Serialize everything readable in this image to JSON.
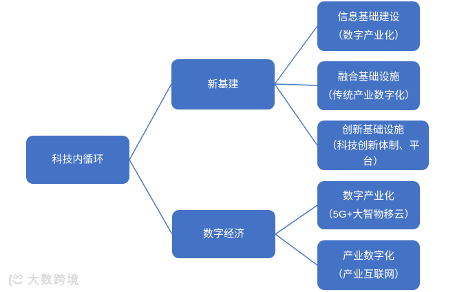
{
  "colors": {
    "background": "#FFFFFF",
    "box_fill": "#4472C4",
    "box_text": "#FFFFFF",
    "connector": "#4472C4",
    "watermark": "#DBDBDB"
  },
  "watermark": {
    "text": "大数跨境"
  },
  "tree": {
    "root": {
      "label": "科技内循环"
    },
    "branches": [
      {
        "label": "新基建",
        "children": [
          {
            "title": "信息基础建设",
            "subtitle": "（数字产业化）"
          },
          {
            "title": "融合基础设施",
            "subtitle": "（传统产业数字化）"
          },
          {
            "title": "创新基础设施",
            "subtitle": "（科技创新体制、平台）"
          }
        ]
      },
      {
        "label": "数字经济",
        "children": [
          {
            "title": "数字产业化",
            "subtitle": "（5G+大智物移云）"
          },
          {
            "title": "产业数字化",
            "subtitle": "（产业互联网）"
          }
        ]
      }
    ]
  }
}
